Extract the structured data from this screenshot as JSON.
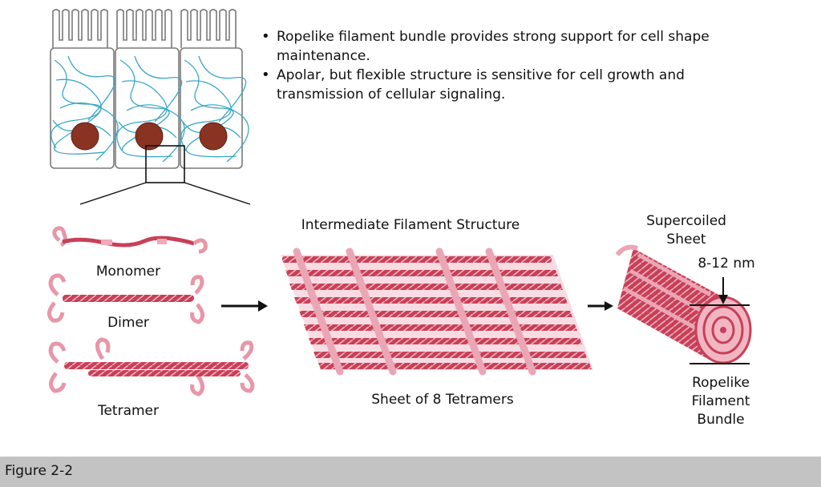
{
  "bullets": [
    "Ropelike filament bundle provides strong support for cell shape maintenance.",
    "Apolar, but flexible structure is sensitive for cell growth and transmission of cellular signaling."
  ],
  "labels": {
    "monomer": "Monomer",
    "dimer": "Dimer",
    "tetramer": "Tetramer",
    "structure_title": "Intermediate Filament Structure",
    "sheet_caption": "Sheet of 8 Tetramers",
    "supercoiled": "Supercoiled Sheet",
    "diameter": "8-12 nm",
    "bundle": "Ropelike Filament Bundle"
  },
  "footer": {
    "caption": "Figure 2-2"
  },
  "colors": {
    "filament_dark": "#c84058",
    "filament_light": "#f0aab8",
    "nucleus": "#8a3322",
    "cytoskeleton": "#3aa8c8",
    "footer_bg": "#c3c3c3"
  }
}
